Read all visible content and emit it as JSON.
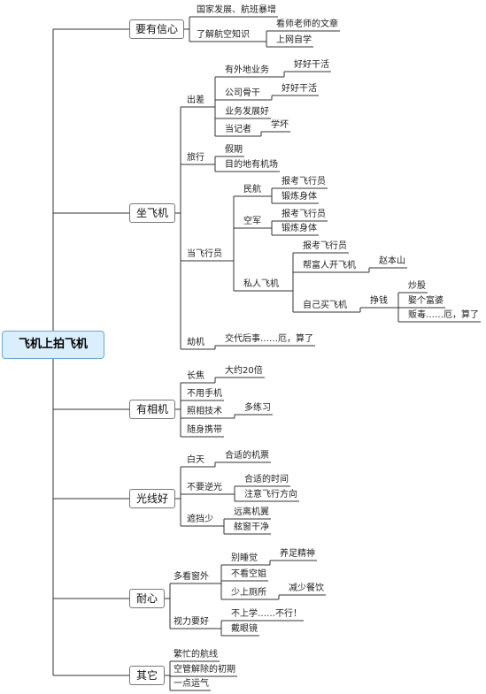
{
  "root": {
    "label": "飞机上拍飞机"
  },
  "branches": [
    {
      "key": "confidence",
      "label": "要有信心",
      "children": [
        {
          "key": "c1",
          "label": "国家发展、航班暴增"
        },
        {
          "key": "c2",
          "label": "了解航空知识",
          "children": [
            {
              "key": "c21",
              "label": "看师老师的文章"
            },
            {
              "key": "c22",
              "label": "上网自学"
            }
          ]
        }
      ]
    },
    {
      "key": "flying",
      "label": "坐飞机",
      "children": [
        {
          "key": "f1",
          "label": "出差",
          "children": [
            {
              "key": "f11",
              "label": "有外地业务",
              "children": [
                {
                  "key": "f111",
                  "label": "好好干活"
                }
              ]
            },
            {
              "key": "f12",
              "label": "公司骨干",
              "children": [
                {
                  "key": "f121",
                  "label": "好好干活"
                }
              ]
            },
            {
              "key": "f13",
              "label": "业务发展好"
            },
            {
              "key": "f14",
              "label": "当记者",
              "children": [
                {
                  "key": "f141",
                  "label": "学坏"
                }
              ]
            }
          ]
        },
        {
          "key": "f2",
          "label": "旅行",
          "children": [
            {
              "key": "f21",
              "label": "假期"
            },
            {
              "key": "f22",
              "label": "目的地有机场"
            }
          ]
        },
        {
          "key": "f3",
          "label": "当飞行员",
          "children": [
            {
              "key": "f31",
              "label": "民航",
              "children": [
                {
                  "key": "f311",
                  "label": "报考飞行员"
                },
                {
                  "key": "f312",
                  "label": "锻炼身体"
                }
              ]
            },
            {
              "key": "f32",
              "label": "空军",
              "children": [
                {
                  "key": "f321",
                  "label": "报考飞行员"
                },
                {
                  "key": "f322",
                  "label": "锻炼身体"
                }
              ]
            },
            {
              "key": "f33",
              "label": "私人飞机",
              "children": [
                {
                  "key": "f331",
                  "label": "报考飞行员"
                },
                {
                  "key": "f332",
                  "label": "帮富人开飞机",
                  "children": [
                    {
                      "key": "f3321",
                      "label": "赵本山"
                    }
                  ]
                },
                {
                  "key": "f333",
                  "label": "自己买飞机",
                  "children": [
                    {
                      "key": "f3331",
                      "label": "挣钱",
                      "children": [
                        {
                          "key": "f33311",
                          "label": "炒股"
                        },
                        {
                          "key": "f33312",
                          "label": "娶个富婆"
                        },
                        {
                          "key": "f33313",
                          "label": "贩毒……厄，算了"
                        }
                      ]
                    }
                  ]
                }
              ]
            }
          ]
        },
        {
          "key": "f4",
          "label": "劫机",
          "children": [
            {
              "key": "f41",
              "label": "交代后事……厄，算了"
            }
          ]
        }
      ]
    },
    {
      "key": "camera",
      "label": "有相机",
      "children": [
        {
          "key": "k1",
          "label": "长焦",
          "children": [
            {
              "key": "k11",
              "label": "大约20倍"
            }
          ]
        },
        {
          "key": "k2",
          "label": "不用手机"
        },
        {
          "key": "k3",
          "label": "照相技术",
          "children": [
            {
              "key": "k31",
              "label": "多练习"
            }
          ]
        },
        {
          "key": "k4",
          "label": "随身携带"
        }
      ]
    },
    {
      "key": "light",
      "label": "光线好",
      "children": [
        {
          "key": "l1",
          "label": "白天",
          "children": [
            {
              "key": "l11",
              "label": "合适的机票"
            }
          ]
        },
        {
          "key": "l2",
          "label": "不要逆光",
          "children": [
            {
              "key": "l21",
              "label": "合适的时间"
            },
            {
              "key": "l22",
              "label": "注意飞行方向"
            }
          ]
        },
        {
          "key": "l3",
          "label": "遮挡少",
          "children": [
            {
              "key": "l31",
              "label": "远离机翼"
            },
            {
              "key": "l32",
              "label": "舷窗干净"
            }
          ]
        }
      ]
    },
    {
      "key": "patience",
      "label": "耐心",
      "children": [
        {
          "key": "p1",
          "label": "多看窗外",
          "children": [
            {
              "key": "p11",
              "label": "别睡觉",
              "children": [
                {
                  "key": "p111",
                  "label": "养足精神"
                }
              ]
            },
            {
              "key": "p12",
              "label": "不看空姐"
            },
            {
              "key": "p13",
              "label": "少上厕所",
              "children": [
                {
                  "key": "p131",
                  "label": "减少餐饮"
                }
              ]
            }
          ]
        },
        {
          "key": "p2",
          "label": "视力要好",
          "children": [
            {
              "key": "p21",
              "label": "不上学……不行！"
            },
            {
              "key": "p22",
              "label": "戴眼镜"
            }
          ]
        }
      ]
    },
    {
      "key": "other",
      "label": "其它",
      "children": [
        {
          "key": "o1",
          "label": "繁忙的航线"
        },
        {
          "key": "o2",
          "label": "空管解除的初期"
        },
        {
          "key": "o3",
          "label": "一点运气"
        }
      ]
    }
  ]
}
